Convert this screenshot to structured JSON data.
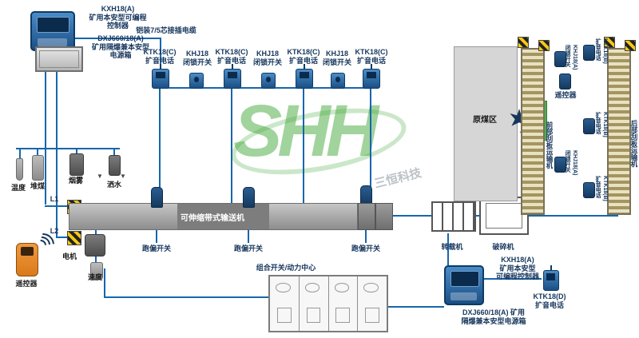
{
  "top_left": {
    "controller_label": "KXH18(A)\n矿用本安型可编程\n控制器",
    "power_label": "DXJ660/18(A)\n矿用隔爆兼本安型\n电源箱",
    "cable_label": "铠装7/5芯接插电缆"
  },
  "top_row": {
    "devices": [
      {
        "label": "KTK18(C)\n扩音电话"
      },
      {
        "label": "KHJ18\n闭锁开关"
      },
      {
        "label": "KTK18(C)\n扩音电话"
      },
      {
        "label": "KHJ18\n闭锁开关"
      },
      {
        "label": "KTK18(C)\n扩音电话"
      },
      {
        "label": "KHJ18\n闭锁开关"
      },
      {
        "label": "KTK18(C)\n扩音电话"
      }
    ]
  },
  "left": {
    "sensor_temp": "温度",
    "sensor_coal": "堆煤",
    "sensor_smoke": "烟雾",
    "sensor_spray": "洒水",
    "line1": "L1",
    "line2": "L2",
    "motor": "电机",
    "speed": "速度",
    "remote": "遥控器"
  },
  "belt": {
    "label": "可伸缩带式输送机",
    "deviation_switch": "跑偏开关",
    "transfer": "转载机",
    "crusher": "破碎机"
  },
  "bottom_middle": {
    "label": "组合开关/动力中心"
  },
  "bottom_right": {
    "controller_label": "KXH18(A)\n矿用本安型\n可编程控制器",
    "phone_label": "KTK18(D)\n扩音电话",
    "power_label": "DXJ660/18(A) 矿用\n隔爆兼本安型电源箱"
  },
  "right": {
    "coal_area": "原煤区",
    "remote": "遥控器",
    "front_conveyor": "前部刮板运输机",
    "rear_conveyor": "后部刮板运输机",
    "devices": [
      {
        "label": "KTK18(B)\n扩音电话"
      },
      {
        "label": "KHJ18(A)\n闭锁开关"
      },
      {
        "label": "KTK18(B)\n扩音电话"
      },
      {
        "label": "KHJ18(A)\n闭锁开关"
      },
      {
        "label": "KTK18(B)\n扩音电话"
      }
    ]
  },
  "watermark": {
    "text": "SHH",
    "sub": "三恒科技"
  },
  "icons": {
    "controller-icon": "blue-control-box",
    "power-box-icon": "gray-cabinet-box",
    "phone-icon": "blue-phone-box-with-antenna",
    "lock-switch-icon": "blue-switch-box",
    "deviation-switch-icon": "dark-blue-post",
    "hazard-icon": "yellow-black-diagonal-stripes",
    "remote-icon": "orange-remote-with-wifi-arcs",
    "shearer-icon": "starburst",
    "sensor-icons": "gray-sensor-shapes"
  },
  "colors": {
    "line": "#1766ad",
    "device_blue": "#1b4f86",
    "label_navy": "#16365c",
    "hazard_yellow": "#f5c812",
    "green_box": "#4db052",
    "watermark_green": "#46a83c"
  }
}
